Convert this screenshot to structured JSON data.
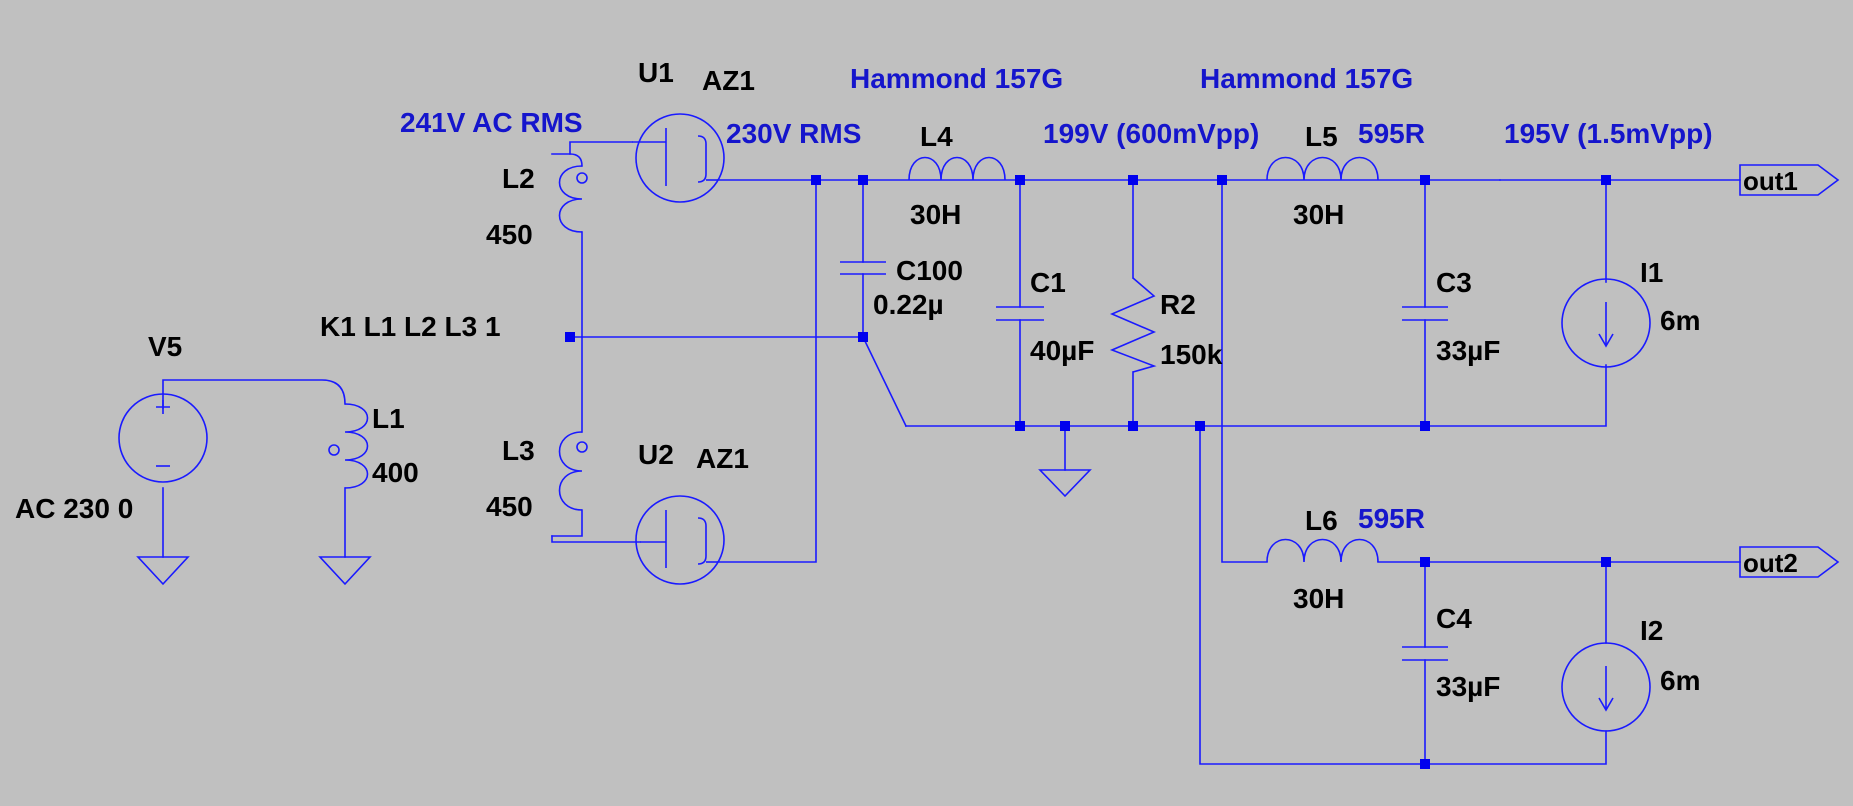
{
  "components": {
    "v5": {
      "name": "V5",
      "value": "AC 230 0"
    },
    "l1": {
      "name": "L1",
      "value": "400"
    },
    "l2": {
      "name": "L2",
      "value": "450"
    },
    "l3": {
      "name": "L3",
      "value": "450"
    },
    "k1": {
      "directive": "K1 L1 L2 L3 1"
    },
    "u1": {
      "name": "U1",
      "value": "AZ1"
    },
    "u2": {
      "name": "U2",
      "value": "AZ1"
    },
    "c100": {
      "name": "C100",
      "value": "0.22µ"
    },
    "l4": {
      "name": "L4",
      "value": "30H"
    },
    "c1": {
      "name": "C1",
      "value": "40µF"
    },
    "r2": {
      "name": "R2",
      "value": "150k"
    },
    "l5": {
      "name": "L5",
      "value": "30H"
    },
    "c3": {
      "name": "C3",
      "value": "33µF"
    },
    "i1": {
      "name": "I1",
      "value": "6m"
    },
    "l6": {
      "name": "L6",
      "value": "30H"
    },
    "c4": {
      "name": "C4",
      "value": "33µF"
    },
    "i2": {
      "name": "I2",
      "value": "6m"
    }
  },
  "annotations": {
    "secondary_voltage": "241V AC RMS",
    "rectifier_out": "230V RMS",
    "choke1_model": "Hammond 157G",
    "choke2_model": "Hammond 157G",
    "node1_voltage": "199V (600mVpp)",
    "l5_resistance": "595R",
    "l6_resistance": "595R",
    "out1_voltage": "195V (1.5mVpp)"
  },
  "ports": {
    "out1": "out1",
    "out2": "out2"
  },
  "colors": {
    "background": "#c0c0c0",
    "wire": "#1a1aff",
    "junction": "#0000ee",
    "annotation": "#1515cc",
    "label": "#000000"
  }
}
